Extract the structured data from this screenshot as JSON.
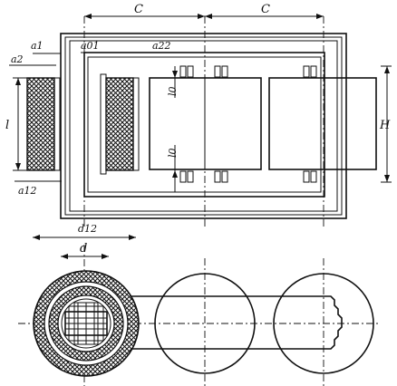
{
  "labels": {
    "C1": "C",
    "C2": "C",
    "a1": "a1",
    "a2": "a2",
    "a01": "a01",
    "a22": "a22",
    "l": "l",
    "l0_top": "l0",
    "l0_bottom": "l0",
    "H": "H",
    "a12": "a12",
    "d12": "d12",
    "d": "d"
  }
}
